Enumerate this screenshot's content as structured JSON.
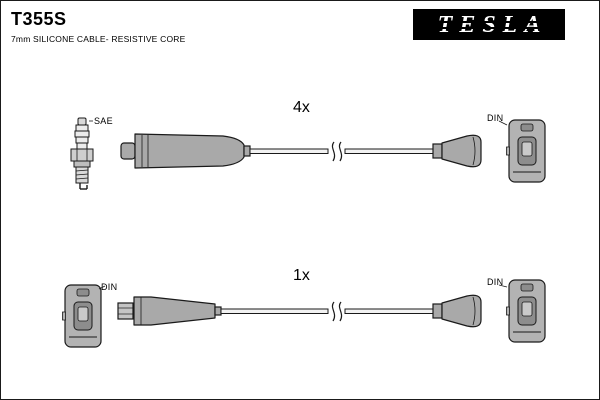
{
  "part": {
    "code": "T355S",
    "description": "7mm SILICONE CABLE- RESISTIVE CORE"
  },
  "brand": {
    "name": "TESLA",
    "logo_bg": "#000000",
    "logo_fg": "#ffffff"
  },
  "top_assembly": {
    "quantity": "4x",
    "left_connector_label": "SAE",
    "right_connector_label": "DIN"
  },
  "bottom_assembly": {
    "quantity": "1x",
    "left_connector_label": "DIN",
    "right_connector_label": "DIN"
  }
}
